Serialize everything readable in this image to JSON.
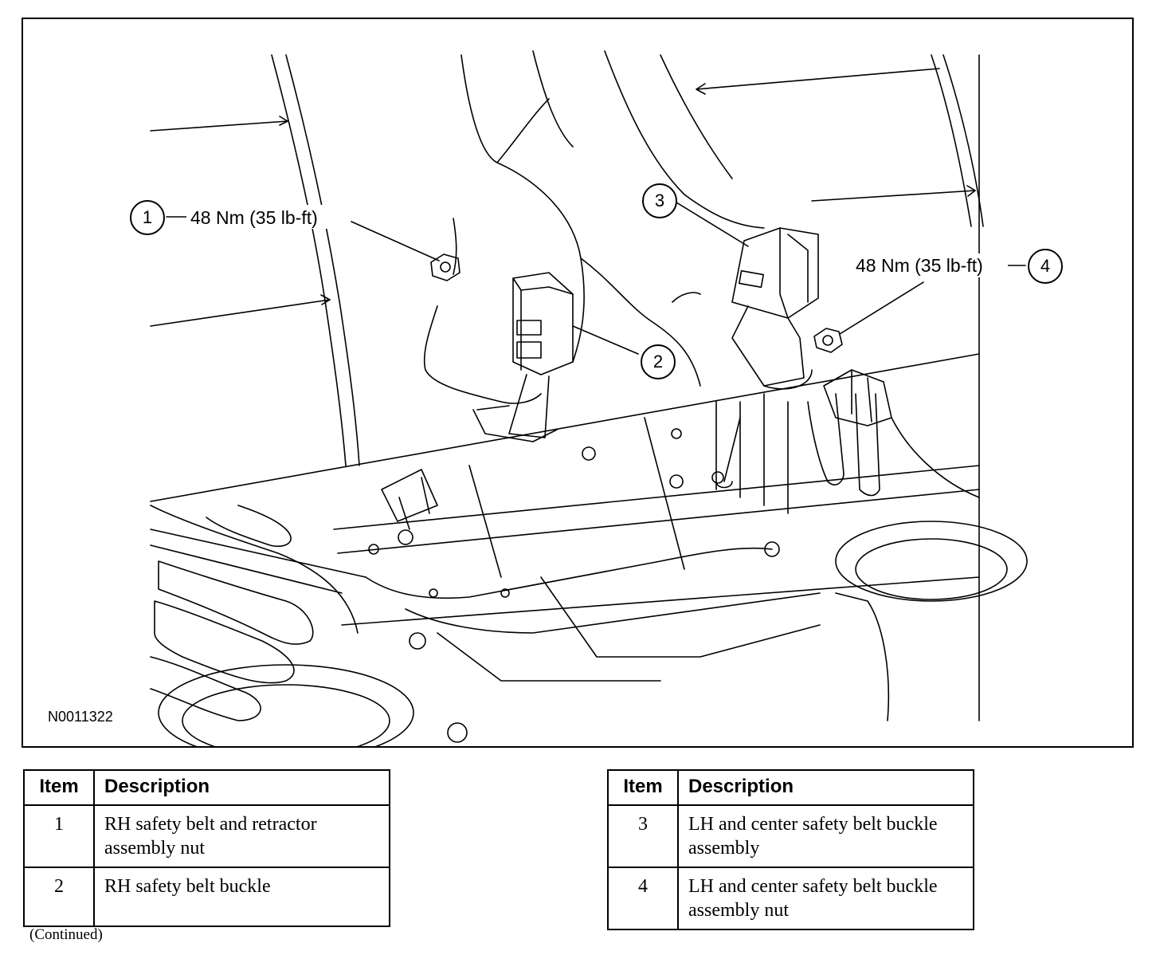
{
  "figure": {
    "id": "N0011322",
    "callouts": [
      {
        "num": "1",
        "torque": "48 Nm (35 lb-ft)"
      },
      {
        "num": "2",
        "torque": ""
      },
      {
        "num": "3",
        "torque": ""
      },
      {
        "num": "4",
        "torque": "48 Nm (35 lb-ft)"
      }
    ]
  },
  "tables": [
    {
      "headers": {
        "item": "Item",
        "description": "Description"
      },
      "rows": [
        {
          "item": "1",
          "description": "RH safety belt and retractor assembly nut"
        },
        {
          "item": "2",
          "description": "RH safety belt buckle"
        }
      ]
    },
    {
      "headers": {
        "item": "Item",
        "description": "Description"
      },
      "rows": [
        {
          "item": "3",
          "description": "LH and center safety belt buckle assembly"
        },
        {
          "item": "4",
          "description": "LH and center safety belt buckle assembly nut"
        }
      ]
    }
  ],
  "footer": {
    "continued": "(Continued)"
  }
}
